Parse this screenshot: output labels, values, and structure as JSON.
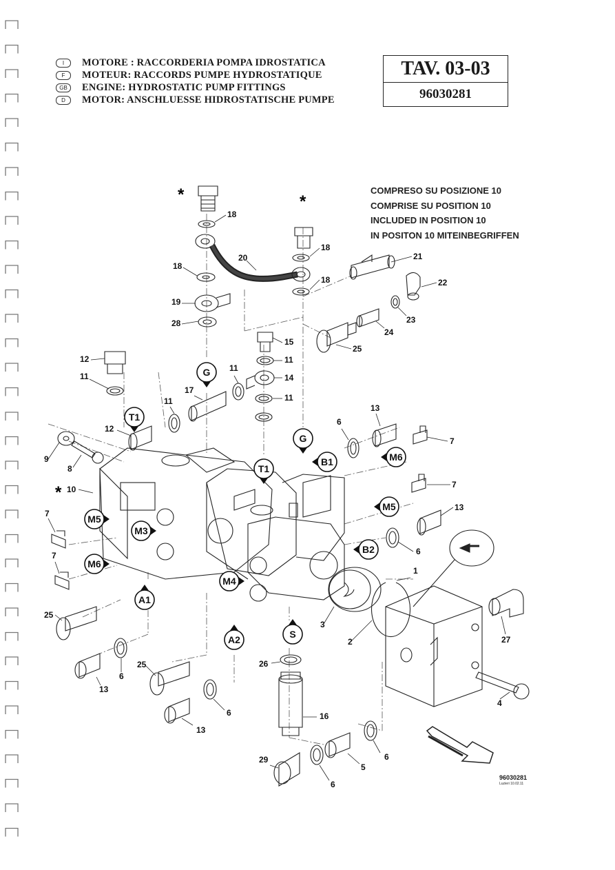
{
  "header": {
    "lines": [
      {
        "lang": "I",
        "text": "MOTORE : RACCORDERIA POMPA IDROSTATICA"
      },
      {
        "lang": "F",
        "text": "MOTEUR: RACCORDS PUMPE HYDROSTATIQUE"
      },
      {
        "lang": "GB",
        "text": "ENGINE: HYDROSTATIC PUMP FITTINGS"
      },
      {
        "lang": "D",
        "text": "MOTOR: ANSCHLUESSE HIDROSTATISCHE PUMPE"
      }
    ]
  },
  "table": {
    "title": "TAV. 03-03",
    "code": "96030281"
  },
  "note": {
    "lines": [
      "COMPRESO SU POSIZIONE 10",
      "COMPRISE SU POSITION 10",
      "INCLUDED IN POSITION 10",
      "IN POSITON 10 MITEINBEGRIFFEN"
    ]
  },
  "diagram": {
    "star": "*",
    "port_labels": {
      "G_top": "G",
      "T1_left": "T1",
      "G_right": "G",
      "B1": "B1",
      "M6_right": "M6",
      "T1_mid": "T1",
      "M5_right": "M5",
      "M5_left": "M5",
      "M3": "M3",
      "B2": "B2",
      "M6_left": "M6",
      "M4": "M4",
      "A1": "A1",
      "S": "S",
      "A2": "A2"
    },
    "numbers": {
      "n18a": "18",
      "n18b": "18",
      "n18c": "18",
      "n18d": "18",
      "n20": "20",
      "n21": "21",
      "n22": "22",
      "n19": "19",
      "n28": "28",
      "n23": "23",
      "n24": "24",
      "n25a": "25",
      "n15": "15",
      "n12a": "12",
      "n11a": "11",
      "n11b": "11",
      "n14": "14",
      "n11c": "11",
      "n17": "17",
      "n11d": "11",
      "n11e": "11",
      "n13a": "13",
      "n6a": "6",
      "n7a": "7",
      "n12b": "12",
      "n9": "9",
      "n8": "8",
      "n10": "10",
      "n7b": "7",
      "n13b": "13",
      "n7c": "7",
      "n6b": "6",
      "n7d": "7",
      "n1": "1",
      "n3": "3",
      "n2": "2",
      "n27": "27",
      "n25b": "25",
      "n6c": "6",
      "n13c": "13",
      "n25c": "25",
      "n26": "26",
      "n4": "4",
      "n16": "16",
      "n6d": "6",
      "n13d": "13",
      "n6e": "6",
      "n29": "29",
      "n5": "5",
      "n6f": "6"
    }
  },
  "footer": {
    "code": "96030281",
    "sub": "Luzieri 10.02.11"
  }
}
